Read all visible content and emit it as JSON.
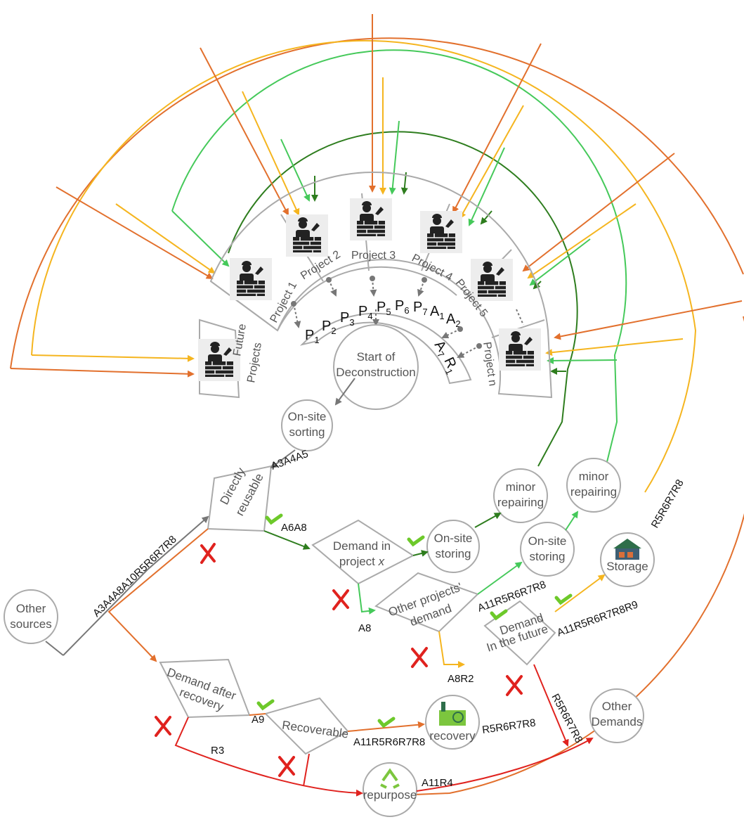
{
  "colors": {
    "orange": "#E2702D",
    "yellow": "#F5B51F",
    "lightgreen": "#45C95A",
    "darkgreen": "#2E7D1E",
    "red": "#E0221E",
    "gray": "#8A8A8A",
    "check": "#6DC92A"
  },
  "projects": {
    "future_1": "Future",
    "future_2": "Projects",
    "p1": "Project 1",
    "p2": "Project 2",
    "p3": "Project 3",
    "p4": "Project 4",
    "p5": "Project 5",
    "pn": "Project n"
  },
  "sequence": {
    "p1": "P",
    "p1s": "1",
    "p2": "P",
    "p2s": "2",
    "p3": "P",
    "p3s": "3",
    "p4": "P",
    "p4s": "4",
    "p5": "P",
    "p5s": "5",
    "p6": "P",
    "p6s": "6",
    "p7": "P",
    "p7s": "7",
    "a1": "A",
    "a1s": "1",
    "a2": "A",
    "a2s": "2",
    "a7": "A",
    "a7s": "7",
    "r1": "R",
    "r1s": "1"
  },
  "nodes": {
    "start_1": "Start of",
    "start_2": "Deconstruction",
    "sorting_1": "On-site",
    "sorting_2": "sorting",
    "reusable_1": "Directly",
    "reusable_2": "reusable",
    "demand_x_1": "Demand in",
    "demand_x_2": "project ",
    "demand_x_3": "x",
    "storing1_1": "On-site",
    "storing1_2": "storing",
    "minor1_1": "minor",
    "minor1_2": "repairing",
    "minor2_1": "minor",
    "minor2_2": "repairing",
    "other_proj_1": "Other projects'",
    "other_proj_2": "demand",
    "storing2_1": "On-site",
    "storing2_2": "storing",
    "storage": "Storage",
    "future_demand_1": "Demand",
    "future_demand_2": "In the future",
    "other_sources_1": "Other",
    "other_sources_2": "sources",
    "after_recovery_1": "Demand after",
    "after_recovery_2": "recovery",
    "recoverable": "Recoverable",
    "recovery": "recovery",
    "repurpose": "repurpose",
    "other_demands_1": "Other",
    "other_demands_2": "Demands"
  },
  "edge_labels": {
    "a3a4a5": "A3A4A5",
    "a6a8": "A6A8",
    "a8": "A8",
    "a8r2": "A8R2",
    "a9": "A9",
    "r3": "R3",
    "a11r4": "A11R4",
    "other_sources": "A3A4A8A10R5R6R7R8",
    "other_proj": "A11R5R6R7R8",
    "future": "A11R5R6R7R8R9",
    "storage_out": "R5R6R7R8",
    "recoverable_out": "A11R5R6R7R8",
    "recovery_out": "R5R6R7R8",
    "future_down": "R5R6R7R8"
  }
}
